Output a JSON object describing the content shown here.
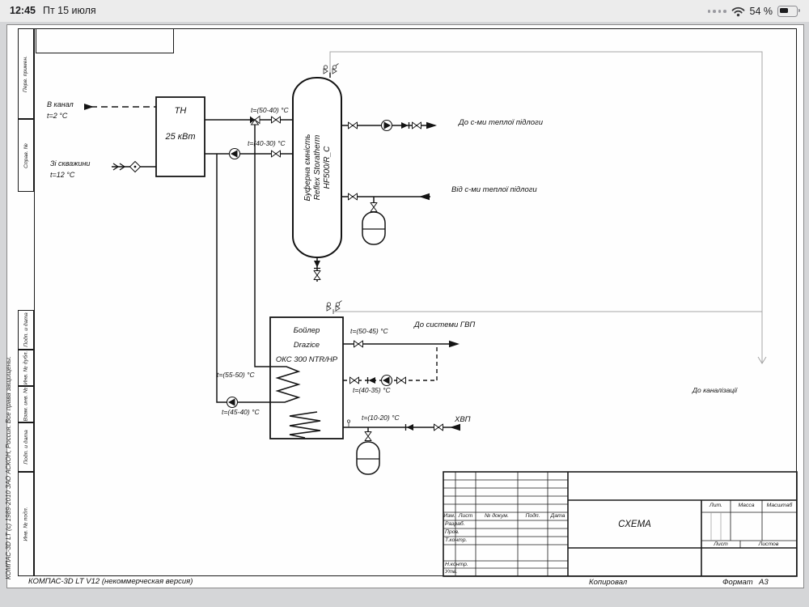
{
  "status_bar": {
    "time": "12:45",
    "date": "Пт 15 июля",
    "battery": "54 %"
  },
  "margin": {
    "top_boxes": [
      "Перв. примен.",
      "Справ. №"
    ],
    "bottom_boxes": [
      "Подп. и дата",
      "Инв. № дубл.",
      "Взам. инв. №",
      "Подп. и дата",
      "Инв. № подл."
    ],
    "copyright": "КОМПАС-3D LT (с) 1989-2010 ЗАО АСКОН, Россия. Все права защищены."
  },
  "schematic": {
    "heat_pump": {
      "name": "ТН",
      "power": "25  кВт"
    },
    "buffer_tank": {
      "line1": "Буферна ємність",
      "line2": "Reflex Storatherm",
      "line3": "HF500/R_C"
    },
    "boiler": {
      "line1": "Бойлер",
      "line2": "Drazice",
      "line3": "ОКС 300 NTR/HP"
    },
    "labels": {
      "to_channel": "В канал",
      "to_channel_temp": "t=2 °С",
      "from_well": "Зі скважини",
      "from_well_temp": "t=12 °С",
      "supply_temp": "t=(50-40) °С",
      "return_temp": "t=(40-30) °С",
      "to_floor": "До с-ми теплої підлоги",
      "from_floor": "Від с-ми теплої підлоги",
      "boiler_supply_temp": "t=(55-50) °С",
      "boiler_return_temp": "t=(45-40) °С",
      "dhw_temp": "t=(50-45) °С",
      "to_dhw": "До системи ГВП",
      "recirc_temp": "t=(40-35) °С",
      "cold_temp": "t=(10-20) °С",
      "cold_water": "ХВП",
      "to_sewer": "До каналізації"
    }
  },
  "title_block": {
    "title": "СХЕМА",
    "header_cols": [
      "Изм.",
      "Лист",
      "№ докум.",
      "Подп.",
      "Дата"
    ],
    "sig_rows": [
      "Разраб.",
      "Пров.",
      "Т.контр.",
      "Н.контр.",
      "Утв."
    ],
    "lit": "Лит.",
    "mass": "Масса",
    "scale": "Масштаб",
    "sheet": "Лист",
    "sheets": "Листов"
  },
  "footer": {
    "app": "КОМПАС-3D LT V12 (некоммерческая версия)",
    "copied": "Копировал",
    "format_label": "Формат",
    "format_value": "А3"
  }
}
